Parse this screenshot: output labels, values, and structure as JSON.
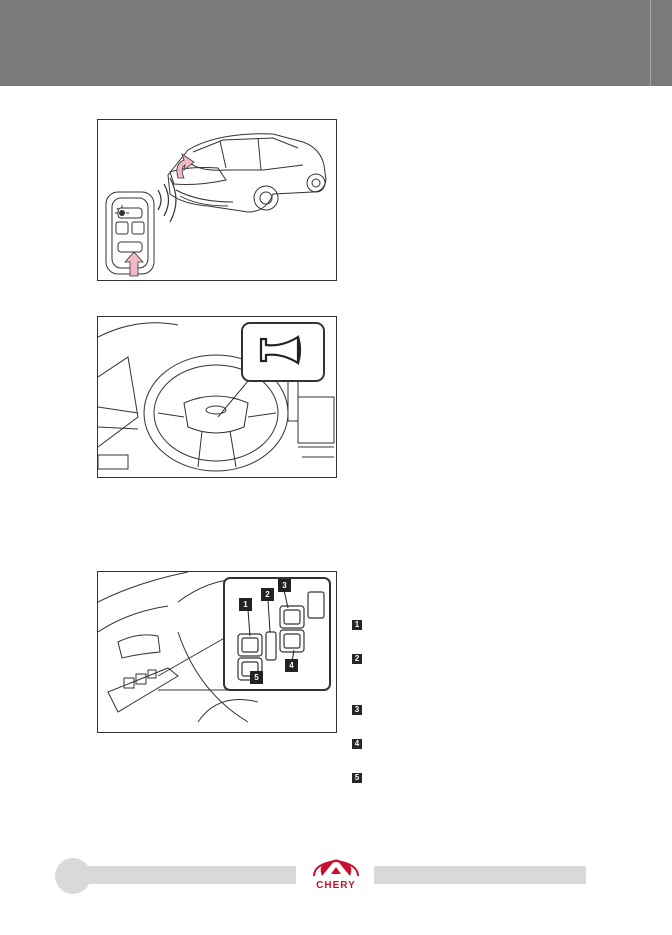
{
  "brand": {
    "name": "CHERY",
    "color": "#c8102e"
  },
  "list_markers": [
    "1",
    "2",
    "3",
    "4",
    "5"
  ],
  "switch_callouts": [
    "1",
    "2",
    "3",
    "4",
    "5"
  ],
  "colors": {
    "header": "#7a7a7a",
    "footer": "#d9d9d9",
    "arrow": "#f3b8c6"
  },
  "icons": {
    "fig1": "car-trunk-remote-icon",
    "fig2": "horn-icon",
    "fig3": "window-switch-icon"
  }
}
